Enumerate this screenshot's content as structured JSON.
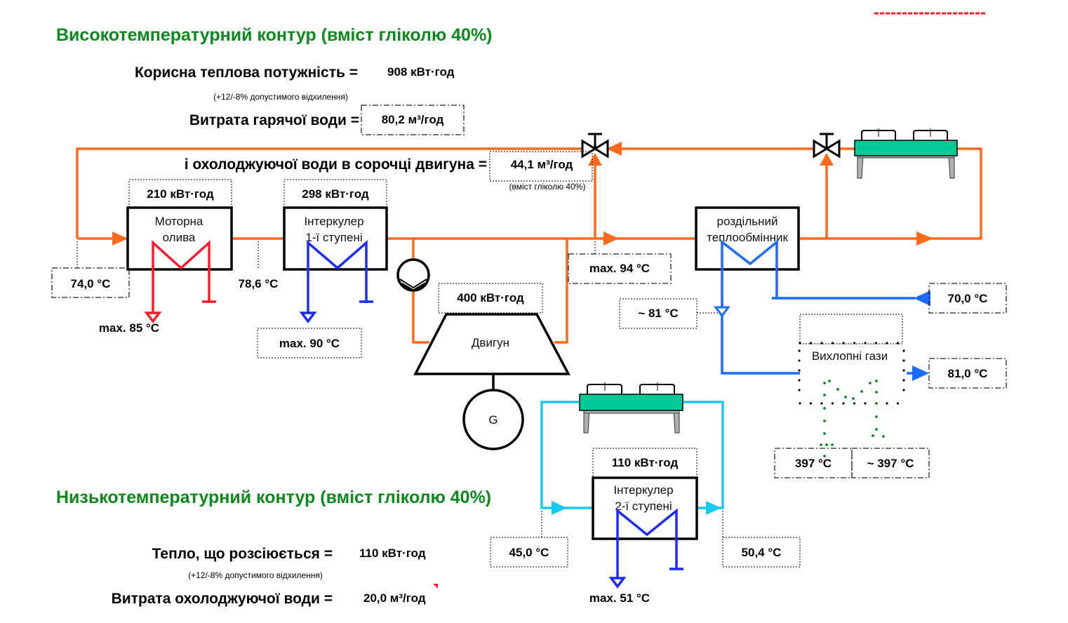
{
  "high_temp_circuit": {
    "title": "Високотемпературний контур (вміст гліколю 40%)",
    "useful_heat_label": "Корисна теплова потужність =",
    "useful_heat_value": "908 кВт·год",
    "tolerance_note": "(+12/-8% допустимого відхилення)",
    "hot_water_flow_label": "Витрата гарячої води =",
    "hot_water_flow_value": "80,2 м³/год",
    "jacket_flow_label": "і охолоджуючої води в сорочці двигуна =",
    "jacket_flow_value": "44,1 м³/год",
    "jacket_glycol_note": "(вміст гліколю 40%)"
  },
  "components": {
    "engine_oil": {
      "label_line1": "Моторна",
      "label_line2": "олива",
      "power": "210 кВт·год"
    },
    "intercooler_1": {
      "label_line1": "Інтеркулер",
      "label_line2": "1-ї ступені",
      "power": "298 кВт·год"
    },
    "engine": {
      "label": "Двигун",
      "power": "400 кВт·год"
    },
    "generator": {
      "label": "G"
    },
    "separate_hx": {
      "label_line1": "роздільний",
      "label_line2": "теплообмінник"
    },
    "exhaust": {
      "label": "Вихлопні гази"
    },
    "intercooler_2": {
      "label_line1": "Інтеркулер",
      "label_line2": "2-ї ступені",
      "power": "110 кВт·год"
    }
  },
  "temperatures": {
    "return_in": "74,0 °C",
    "after_oil": "78,6 °C",
    "oil_max": "max. 85 °C",
    "ic1_max": "max. 90 °C",
    "engine_out_max": "max. 94 °C",
    "hx_out": "~ 81 °C",
    "secondary_in": "70,0 °C",
    "secondary_out": "81,0 °C",
    "exhaust_in": "397 °C",
    "exhaust_out": "~ 397 °C",
    "lt_in": "45,0 °C",
    "lt_out": "50,4 °C",
    "ic2_max": "max. 51 °C"
  },
  "low_temp_circuit": {
    "title": "Низькотемпературний контур (вміст гліколю 40%)",
    "dissipated_heat_label": "Тепло, що розсіюється =",
    "dissipated_heat_value": "110 кВт·год",
    "tolerance_note": "(+12/-8% допустимого відхилення)",
    "cooling_flow_label": "Витрата охолоджуючої води =",
    "cooling_flow_value": "20,0 м³/год"
  },
  "colors": {
    "hot_loop": "#ff6a1a",
    "secondary_loop": "#1a6bff",
    "low_temp_loop": "#18c8f0",
    "oil_coil": "#ff1a2a",
    "intercooler_coil": "#1a2bff",
    "title_green": "#0a8a1a",
    "radiator_green": "#00c896"
  }
}
